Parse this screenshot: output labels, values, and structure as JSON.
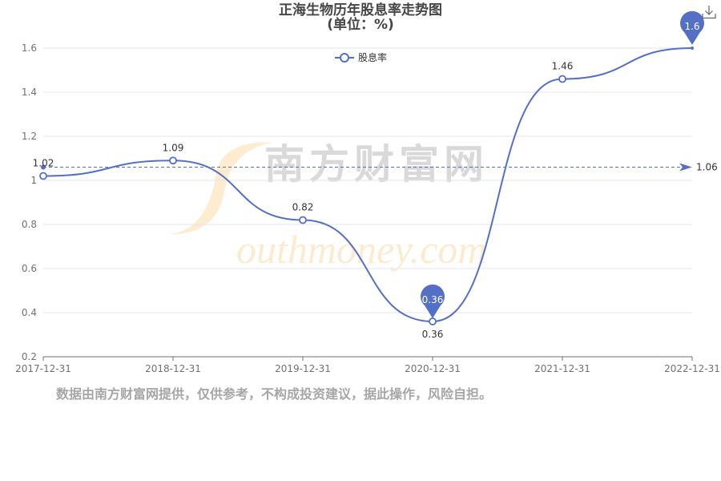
{
  "title": {
    "line1": "正海生物历年股息率走势图",
    "line2": "(单位：%)"
  },
  "legend": {
    "label": "股息率"
  },
  "watermark": {
    "cn": "南方财富网",
    "en": "Southmoney.com"
  },
  "disclaimer": "数据由南方财富网提供，仅供参考，不构成投资建议，据此操作，风险自担。",
  "toolbar": {
    "download_icon": "download-icon"
  },
  "colors": {
    "series": "#5470c6",
    "grid": "#e0e6f1",
    "axis": "#6e7079",
    "watermark_cn": "#d9d9d9",
    "watermark_en": "#fde7c4"
  },
  "chart_data": {
    "type": "line",
    "title": "正海生物历年股息率走势图 (单位：%)",
    "categories": [
      "2017-12-31",
      "2018-12-31",
      "2019-12-31",
      "2020-12-31",
      "2021-12-31",
      "2022-12-31"
    ],
    "series": [
      {
        "name": "股息率",
        "values": [
          1.02,
          1.09,
          0.82,
          0.36,
          1.46,
          1.6
        ]
      }
    ],
    "ylim": [
      0.2,
      1.6
    ],
    "yticks": [
      0.2,
      0.4,
      0.6,
      0.8,
      1,
      1.2,
      1.4,
      1.6
    ],
    "average_line": {
      "value": 1.06,
      "label": "1.06"
    },
    "mark_points": [
      {
        "type": "max",
        "value": 1.6,
        "label": "1.6"
      },
      {
        "type": "min",
        "value": 0.36,
        "label": "0.36"
      }
    ],
    "legend_position": "top-center",
    "grid": true,
    "smooth": true
  }
}
